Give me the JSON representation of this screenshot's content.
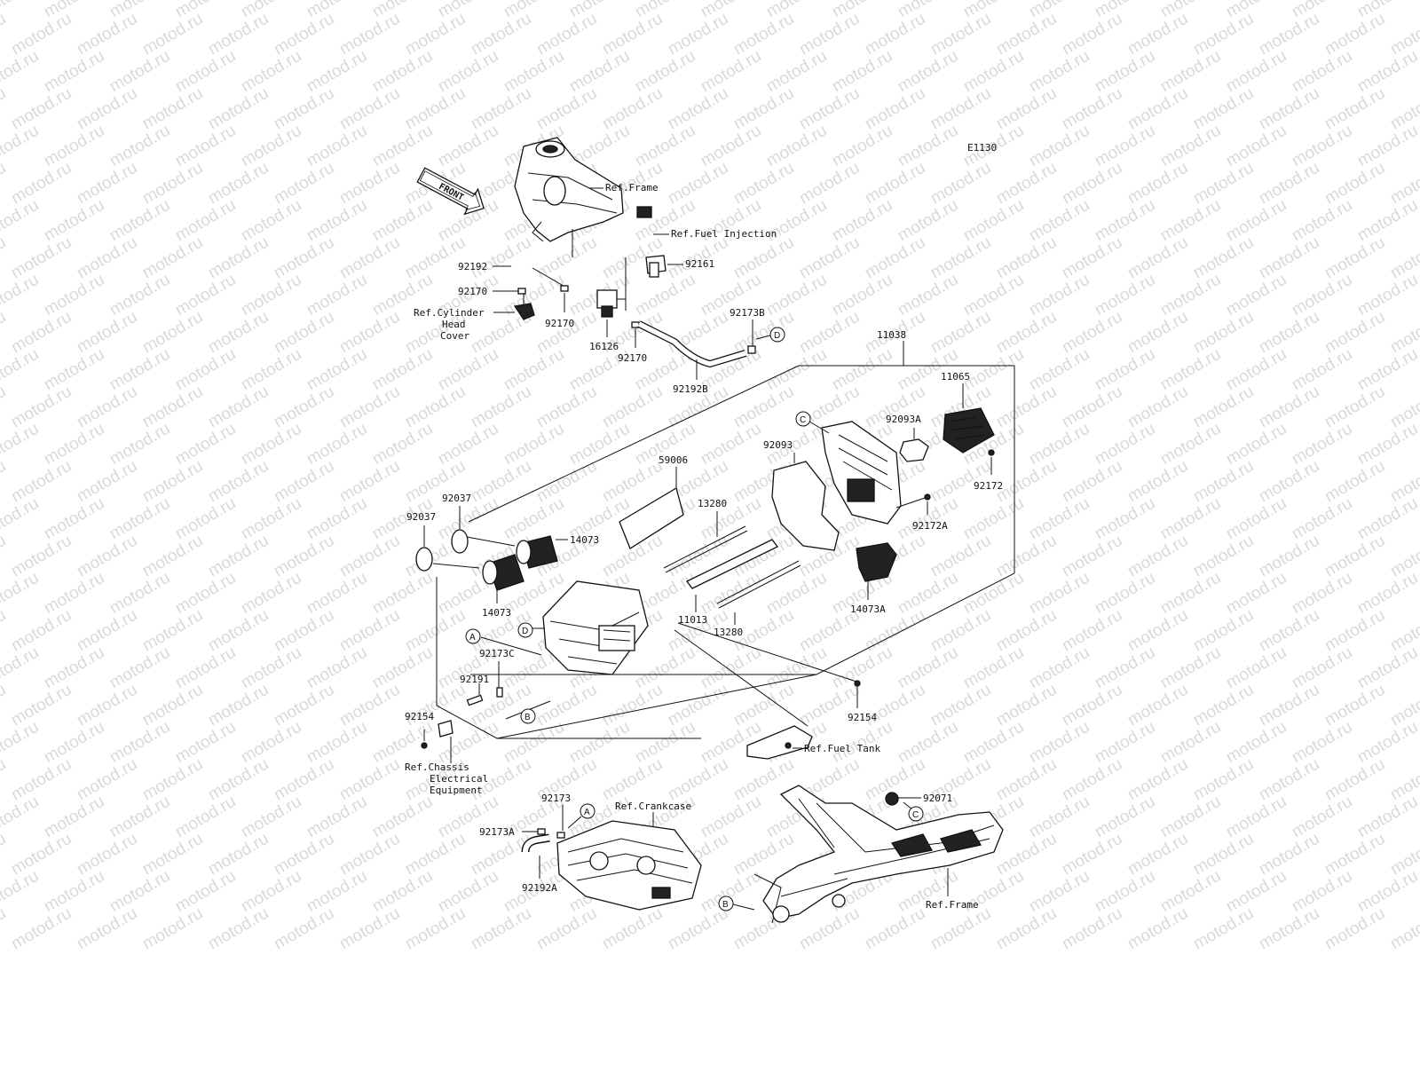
{
  "watermark": "motod.ru",
  "diagram_code": "E1130",
  "front_arrow": "FRONT",
  "refs": {
    "frame_top": "Ref.Frame",
    "fuel_injection": "Ref.Fuel Injection",
    "cylinder_head_1": "Ref.Cylinder",
    "cylinder_head_2": "Head",
    "cylinder_head_3": "Cover",
    "fuel_tank": "Ref.Fuel Tank",
    "chassis_1": "Ref.Chassis",
    "chassis_2": "Electrical",
    "chassis_3": "Equipment",
    "crankcase": "Ref.Crankcase",
    "frame_bottom": "Ref.Frame"
  },
  "parts": {
    "p92192": "92192",
    "p92161": "92161",
    "p92170_a": "92170",
    "p92170_b": "92170",
    "p92170_c": "92170",
    "p16126": "16126",
    "p92173B": "92173B",
    "p92192B": "92192B",
    "p11038": "11038",
    "p11065": "11065",
    "p92093A": "92093A",
    "p92093": "92093",
    "p92172": "92172",
    "p92172A": "92172A",
    "p59006": "59006",
    "p13280_a": "13280",
    "p13280_b": "13280",
    "p92037_a": "92037",
    "p92037_b": "92037",
    "p14073_a": "14073",
    "p14073_b": "14073",
    "p14073A": "14073A",
    "p11013": "11013",
    "p92173C": "92173C",
    "p92191": "92191",
    "p92154_a": "92154",
    "p92154_b": "92154",
    "p92173": "92173",
    "p92173A": "92173A",
    "p92192A": "92192A",
    "p92071": "92071"
  },
  "callouts": {
    "A": "A",
    "B": "B",
    "C": "C",
    "D": "D"
  }
}
